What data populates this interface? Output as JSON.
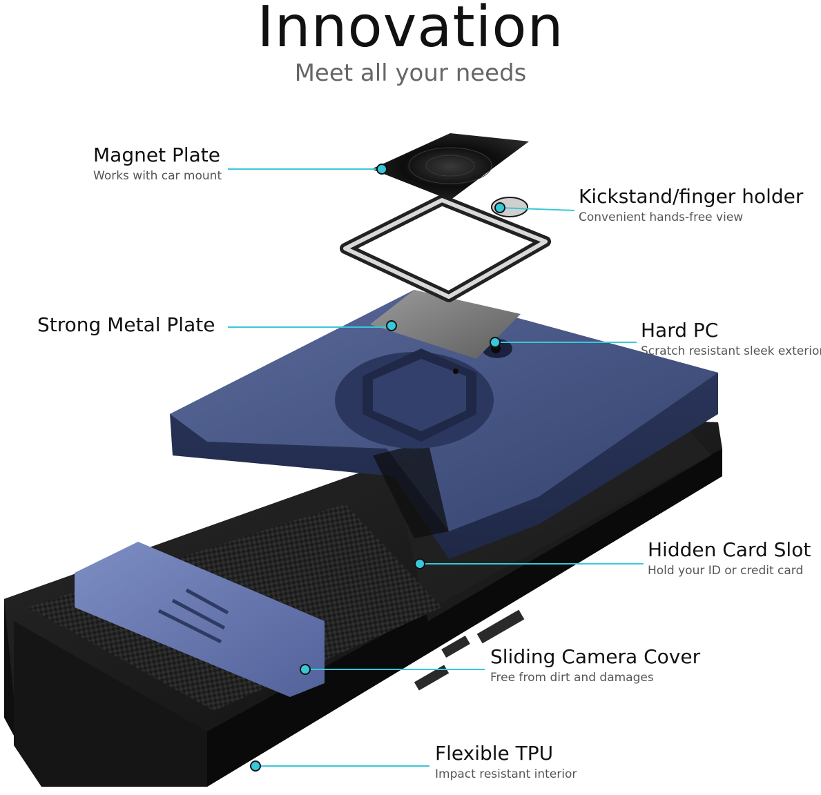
{
  "header": {
    "title": "Innovation",
    "subtitle": "Meet all your needs"
  },
  "colors": {
    "accent": "#38c8d8",
    "case_blue": "#3b4a7a",
    "case_black": "#1a1a1a"
  },
  "callouts": {
    "magnet": {
      "title": "Magnet Plate",
      "desc": "Works with car mount"
    },
    "kickstand": {
      "title": "Kickstand/finger holder",
      "desc": "Convenient hands-free view"
    },
    "metal": {
      "title": "Strong Metal Plate"
    },
    "hardpc": {
      "title": "Hard PC",
      "desc": "Scratch resistant sleek exterior"
    },
    "cardslot": {
      "title": "Hidden Card Slot",
      "desc": "Hold your ID or credit card"
    },
    "camera": {
      "title": "Sliding Camera Cover",
      "desc": "Free from dirt and damages"
    },
    "tpu": {
      "title": "Flexible TPU",
      "desc": "Impact resistant interior"
    }
  }
}
